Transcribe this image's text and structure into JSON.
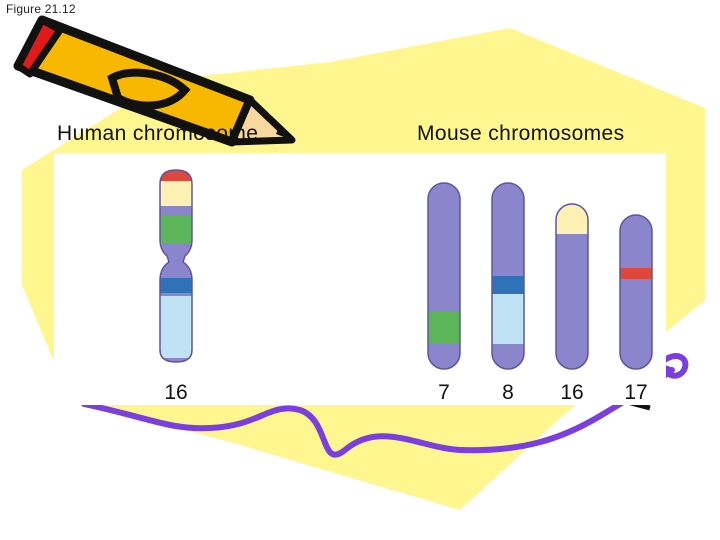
{
  "figure": {
    "label": "Figure 21.12"
  },
  "panels": {
    "human": {
      "title": "Human chromosome",
      "chromosomes": [
        {
          "number": "16"
        }
      ]
    },
    "mouse": {
      "title": "Mouse chromosomes",
      "chromosomes": [
        {
          "number": "7"
        },
        {
          "number": "8"
        },
        {
          "number": "16"
        },
        {
          "number": "17"
        }
      ]
    }
  },
  "colors": {
    "chromosome_body": "#8b86cc",
    "band_red": "#e0473a",
    "band_yellow": "#fff1b3",
    "band_green": "#5db55a",
    "band_blue": "#2f72b8",
    "band_light_blue": "#bfe3f5",
    "background_shape": "#fff68f",
    "squiggle": "#7b3fe0",
    "pencil_orange": "#f8b800",
    "pencil_red": "#e01a1a"
  },
  "decorations": [
    "pencil-clipart",
    "purple-squiggle-line",
    "yellow-background-shapes"
  ]
}
